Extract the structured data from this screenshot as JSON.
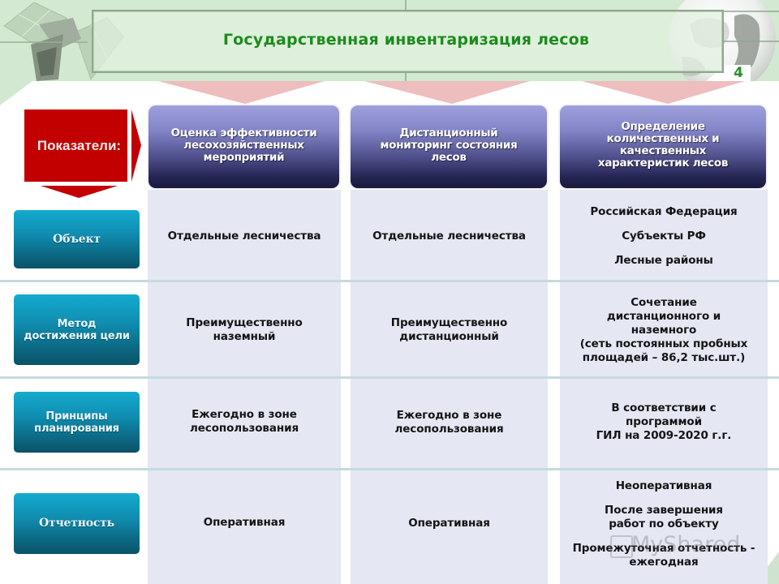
{
  "header": {
    "title": "Государственная инвентаризация лесов",
    "page_number": "4"
  },
  "indicators": {
    "label": "Показатели:"
  },
  "columns": [
    {
      "title_lines": [
        "Оценка эффективности",
        "лесохозяйственных",
        "мероприятий"
      ]
    },
    {
      "title_lines": [
        "Дистанционный",
        "мониторинг состояния",
        "лесов"
      ]
    },
    {
      "title_lines": [
        "Определение",
        "количественных и",
        "качественных",
        "характеристик лесов"
      ]
    }
  ],
  "rows": [
    {
      "label_lines": [
        "Объект"
      ],
      "cells": [
        {
          "paragraphs": [
            [
              "Отдельные лесничества"
            ]
          ]
        },
        {
          "paragraphs": [
            [
              "Отдельные лесничества"
            ]
          ]
        },
        {
          "paragraphs": [
            [
              "Российская Федерация"
            ],
            [
              "Субъекты РФ"
            ],
            [
              "Лесные районы"
            ]
          ]
        }
      ]
    },
    {
      "label_lines": [
        "Метод",
        "достижения цели"
      ],
      "cells": [
        {
          "paragraphs": [
            [
              "Преимущественно",
              "наземный"
            ]
          ]
        },
        {
          "paragraphs": [
            [
              "Преимущественно",
              "дистанционный"
            ]
          ]
        },
        {
          "paragraphs": [
            [
              "Сочетание",
              "дистанционного и",
              "наземного",
              "(сеть постоянных  пробных",
              "площадей  – 86,2 тыс.шт.)"
            ]
          ]
        }
      ]
    },
    {
      "label_lines": [
        "Принципы",
        "планирования"
      ],
      "cells": [
        {
          "paragraphs": [
            [
              "Ежегодно в зоне",
              "лесопользования"
            ]
          ]
        },
        {
          "paragraphs": [
            [
              "Ежегодно в зоне",
              "лесопользования"
            ]
          ]
        },
        {
          "paragraphs": [
            [
              "В соответствии с",
              "программой",
              "ГИЛ на 2009-2020 г.г."
            ]
          ]
        }
      ]
    },
    {
      "label_lines": [
        "Отчетность"
      ],
      "cells": [
        {
          "paragraphs": [
            [
              "Оперативная"
            ]
          ]
        },
        {
          "paragraphs": [
            [
              "Оперативная"
            ]
          ]
        },
        {
          "paragraphs": [
            [
              "Неоперативная"
            ],
            [
              "После завершения",
              "работ по объекту"
            ],
            [
              "Промежуточная отчетность -",
              "ежегодная"
            ]
          ]
        }
      ]
    }
  ],
  "watermark": "MyShared",
  "colors": {
    "title_green": "#1c8c1c",
    "indicator_red": "#c20000",
    "header_gradient_top": "#9ea0dc",
    "header_gradient_bottom": "#1a1a3e",
    "label_gradient_top": "#14abcf",
    "label_gradient_bottom": "#0a5267",
    "cell_background": "#e5e7f3",
    "row_separator": "#c6dadf",
    "arrow_pink": "#eebdbd",
    "background_green": "#d3e9d1"
  }
}
